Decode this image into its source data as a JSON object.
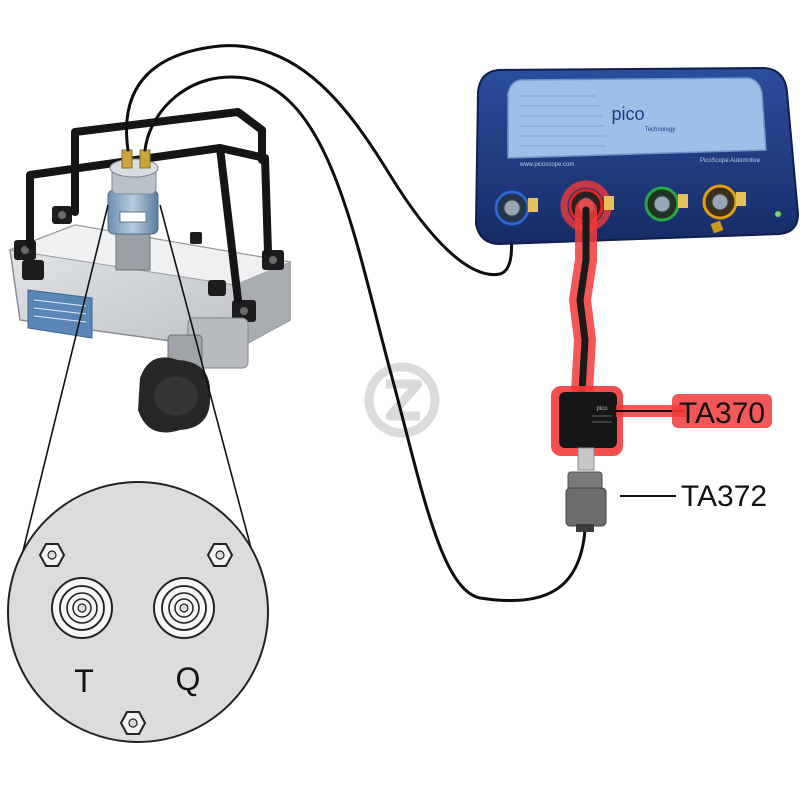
{
  "labels": {
    "scope_brand": "pico",
    "scope_brand_sub": "Technology",
    "scope_text_left": "www.picoscope.com",
    "scope_text_right": "PicoScope Automotive",
    "adapter_brand": "pico",
    "port_t": "T",
    "port_q": "Q",
    "ta370": "TA370",
    "ta372": "TA372"
  },
  "colors": {
    "scope_blue": "#213f86",
    "highlight_red": "#f23a3a",
    "channel_a": "#2a66d6",
    "channel_b": "#e02424",
    "channel_c": "#26a844",
    "channel_d": "#e0a010"
  },
  "icons": [
    "watermark-logo-icon"
  ]
}
